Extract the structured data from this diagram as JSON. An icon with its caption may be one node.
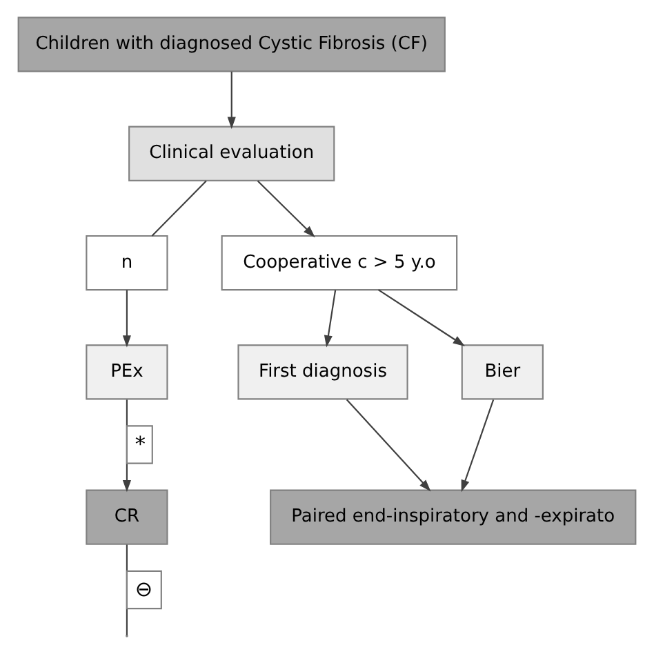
{
  "diagram": {
    "nodes": [
      {
        "text": [
          "Children with diagnosed Cystic Fibrosis (CF)"
        ]
      },
      {
        "text": [
          "Clinical evaluation"
        ]
      },
      {
        "text": [
          "n"
        ]
      },
      {
        "text": [
          "Cooperative c > 5 y.o"
        ]
      },
      {
        "text": [
          "PEx"
        ]
      },
      {
        "text": [
          "CR"
        ]
      },
      {
        "text": [
          "First diagnosis"
        ]
      },
      {
        "text": [
          "Bier"
        ]
      },
      {
        "text": [
          "Paired end-inspiratory and -expirato"
        ]
      }
    ],
    "edges": [
      {
        "from": 0,
        "to": 1,
        "arrow": "to"
      },
      {
        "from": 1,
        "to": 2,
        "arrow": "none"
      },
      {
        "from": 1,
        "to": 3,
        "arrow": "to"
      },
      {
        "from": 2,
        "to": 4,
        "arrow": "to"
      },
      {
        "from": 4,
        "to": 5,
        "arrow": "to",
        "label": "*"
      },
      {
        "from": 5,
        "to": null,
        "arrow": "none",
        "label": "⊖"
      },
      {
        "from": 3,
        "to": 6,
        "arrow": "to"
      },
      {
        "from": 3,
        "to": 7,
        "arrow": "to"
      },
      {
        "from": 6,
        "to": 8,
        "arrow": "to"
      },
      {
        "from": 7,
        "to": 8,
        "arrow": "to"
      }
    ]
  }
}
